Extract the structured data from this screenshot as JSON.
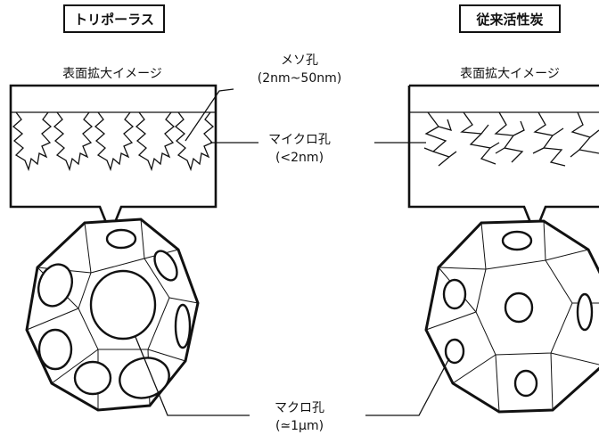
{
  "left": {
    "title": "トリポーラス",
    "caption": "表面拡大イメージ"
  },
  "right": {
    "title": "従来活性炭",
    "caption": "表面拡大イメージ"
  },
  "labels": {
    "meso": {
      "name": "メソ孔",
      "range": "(2nm~50nm)"
    },
    "micro": {
      "name": "マイクロ孔",
      "range": "(<2nm)"
    },
    "macro": {
      "name": "マクロ孔",
      "range": "(≃1μm)"
    }
  }
}
